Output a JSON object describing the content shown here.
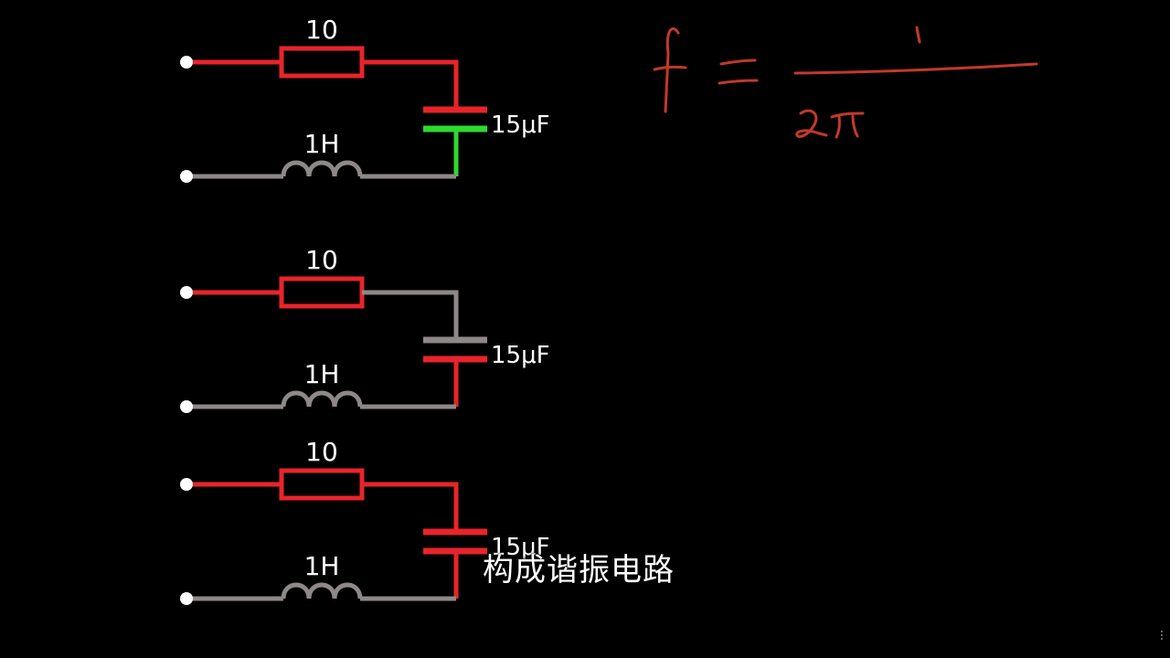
{
  "colors": {
    "background": "#000000",
    "wire_active": "#e8242a",
    "wire_idle": "#8f8888",
    "wire_charging": "#2fd92f",
    "terminal": "#ffffff",
    "handwriting": "#c2392b"
  },
  "circuits": [
    {
      "resistor_label": "10",
      "inductor_label": "1H",
      "capacitor_label": "15μF",
      "state": "top-red-bottom-green"
    },
    {
      "resistor_label": "10",
      "inductor_label": "1H",
      "capacitor_label": "15μF",
      "state": "input-red-capacitor-grey-red"
    },
    {
      "resistor_label": "10",
      "inductor_label": "1H",
      "capacitor_label": "15μF",
      "state": "all-red-loop"
    }
  ],
  "formula": {
    "lhs": "f",
    "equals": "=",
    "numerator": "1",
    "denominator": "2π"
  },
  "subtitle": "构成谐振电路"
}
